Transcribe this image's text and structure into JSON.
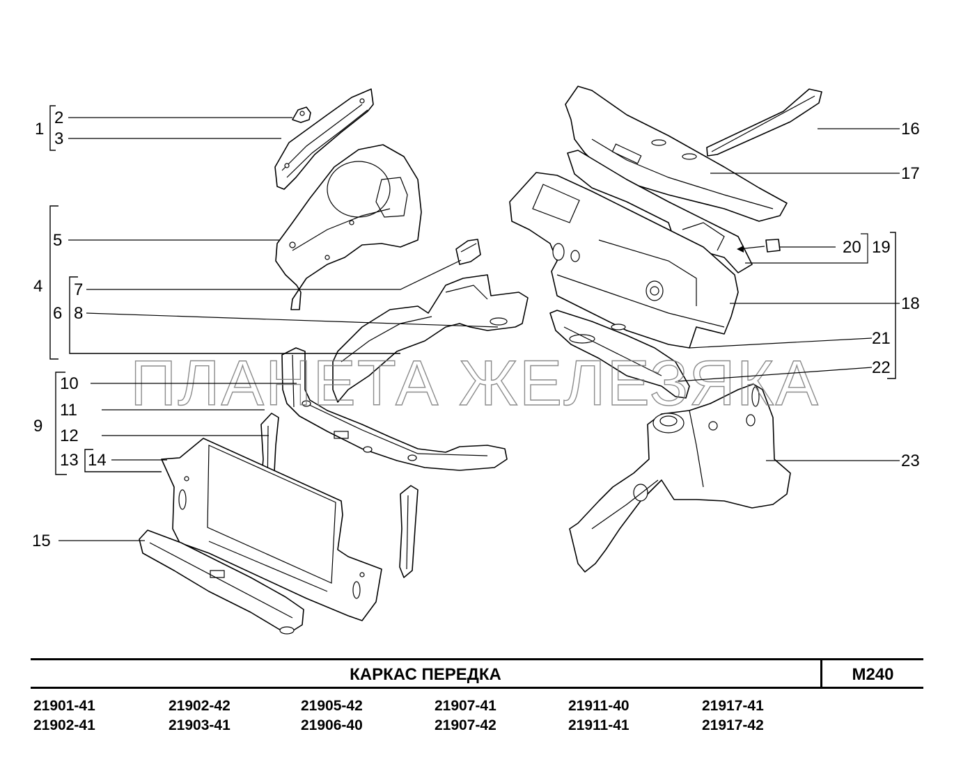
{
  "watermark": "ПЛАНЕТА ЖЕЛЕЗЯКА",
  "callouts": {
    "c1": "1",
    "c2": "2",
    "c3": "3",
    "c4": "4",
    "c5": "5",
    "c6": "6",
    "c7": "7",
    "c8": "8",
    "c9": "9",
    "c10": "10",
    "c11": "11",
    "c12": "12",
    "c13": "13",
    "c14": "14",
    "c15": "15",
    "c16": "16",
    "c17": "17",
    "c18": "18",
    "c19": "19",
    "c20": "20",
    "c21": "21",
    "c22": "22",
    "c23": "23"
  },
  "titleblock": {
    "title": "КАРКАС   ПЕРЕДКА",
    "code": "M240",
    "models": [
      "21901-41",
      "21902-42",
      "21905-42",
      "21907-41",
      "21911-40",
      "21917-41",
      "21902-41",
      "21903-41",
      "21906-40",
      "21907-42",
      "21911-41",
      "21917-42"
    ]
  }
}
